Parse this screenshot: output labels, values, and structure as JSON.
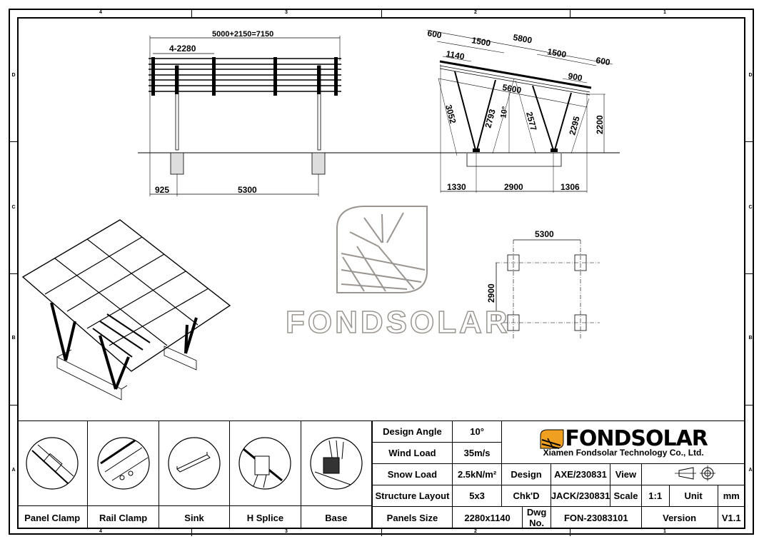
{
  "frame": {
    "column_zones": [
      "4",
      "3",
      "2",
      "1"
    ],
    "row_zones": [
      "D",
      "C",
      "B",
      "A"
    ]
  },
  "side_view": {
    "overall_dim": "5000+2150=7150",
    "panel_dim": "4-2280",
    "offset_dim": "925",
    "span_dim": "5300"
  },
  "front_view": {
    "dims": {
      "overhang_left": "600",
      "spacing_left": "1500",
      "total_length": "5800",
      "panel_width": "1140",
      "spacing_right": "1500",
      "overhang_right": "600",
      "right_offset": "900",
      "beam_length": "5600",
      "leg1": "3052",
      "leg2": "2793",
      "angle": "10°",
      "leg3": "2577",
      "leg4": "2295",
      "height": "2200",
      "base_left": "1330",
      "base_span": "2900",
      "base_right": "1306"
    }
  },
  "plan_view": {
    "x_dim": "5300",
    "y_dim": "2900"
  },
  "watermark": {
    "text": "FONDSOLAR"
  },
  "parts": [
    {
      "label": "Panel Clamp",
      "icon": "panel-clamp-detail"
    },
    {
      "label": "Rail Clamp",
      "icon": "rail-clamp-detail"
    },
    {
      "label": "Sink",
      "icon": "sink-detail"
    },
    {
      "label": "H Splice",
      "icon": "h-splice-detail"
    },
    {
      "label": "Base",
      "icon": "base-detail"
    }
  ],
  "title_block": {
    "design_angle_label": "Design Angle",
    "design_angle_value": "10°",
    "wind_load_label": "Wind Load",
    "wind_load_value": "35m/s",
    "snow_load_label": "Snow Load",
    "snow_load_value": "2.5kN/m²",
    "structure_layout_label": "Structure Layout",
    "structure_layout_value": "5x3",
    "panels_size_label": "Panels Size",
    "panels_size_value": "2280x1140",
    "design_label": "Design",
    "design_value": "AXE/230831",
    "checked_label": "Chk'D",
    "checked_value": "JACK/230831",
    "view_label": "View",
    "scale_label": "Scale",
    "scale_value": "1:1",
    "unit_label": "Unit",
    "unit_value": "mm",
    "dwg_label": "Dwg No.",
    "dwg_value": "FON-23083101",
    "version_label": "Version",
    "version_value": "V1.1",
    "company_logo": "FONDSOLAR",
    "company_name": "Xiamen Fondsolar Technology Co., Ltd.",
    "brand_color": "#f0a020"
  }
}
